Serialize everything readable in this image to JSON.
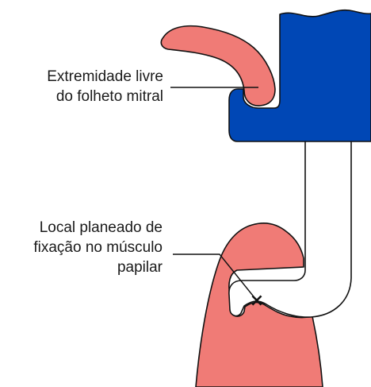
{
  "colors": {
    "device": "#0047B5",
    "tissue": "#F07B76",
    "stroke": "#111111",
    "leader": "#111111",
    "background": "#FFFFFF"
  },
  "labels": {
    "leaflet_tip": {
      "line1": "Extremidade livre",
      "line2": "do folheto mitral"
    },
    "fixation_site": {
      "line1": "Local planeado de",
      "line2": "fixação no músculo",
      "line3": "papilar"
    }
  },
  "markers": {
    "fixation_mark": "×"
  }
}
